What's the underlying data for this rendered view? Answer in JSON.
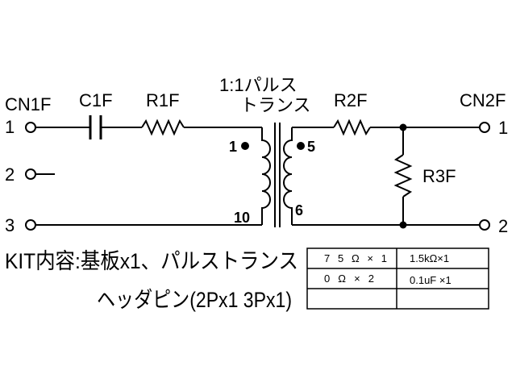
{
  "connectors": {
    "left": {
      "name": "CN1F",
      "pins": [
        "1",
        "2",
        "3"
      ]
    },
    "right": {
      "name": "CN2F",
      "pins": [
        "1",
        "2"
      ]
    }
  },
  "components": {
    "c1f": "C1F",
    "r1f": "R1F",
    "r2f": "R2F",
    "r3f": "R3F"
  },
  "transformer": {
    "label_line1": "1:1パルス",
    "label_line2": "トランス",
    "pins": {
      "p1": "1",
      "p10": "10",
      "p5": "5",
      "p6": "6"
    }
  },
  "kit": {
    "line1": "KIT内容:基板x1、パルストランス",
    "line2": "ヘッダピン(2Px1 3Px1)"
  },
  "parts_table": [
    [
      "75Ω×1",
      "1.5kΩ×1"
    ],
    [
      "0Ω×2",
      "0.1uF ×1"
    ],
    [
      "",
      ""
    ]
  ]
}
